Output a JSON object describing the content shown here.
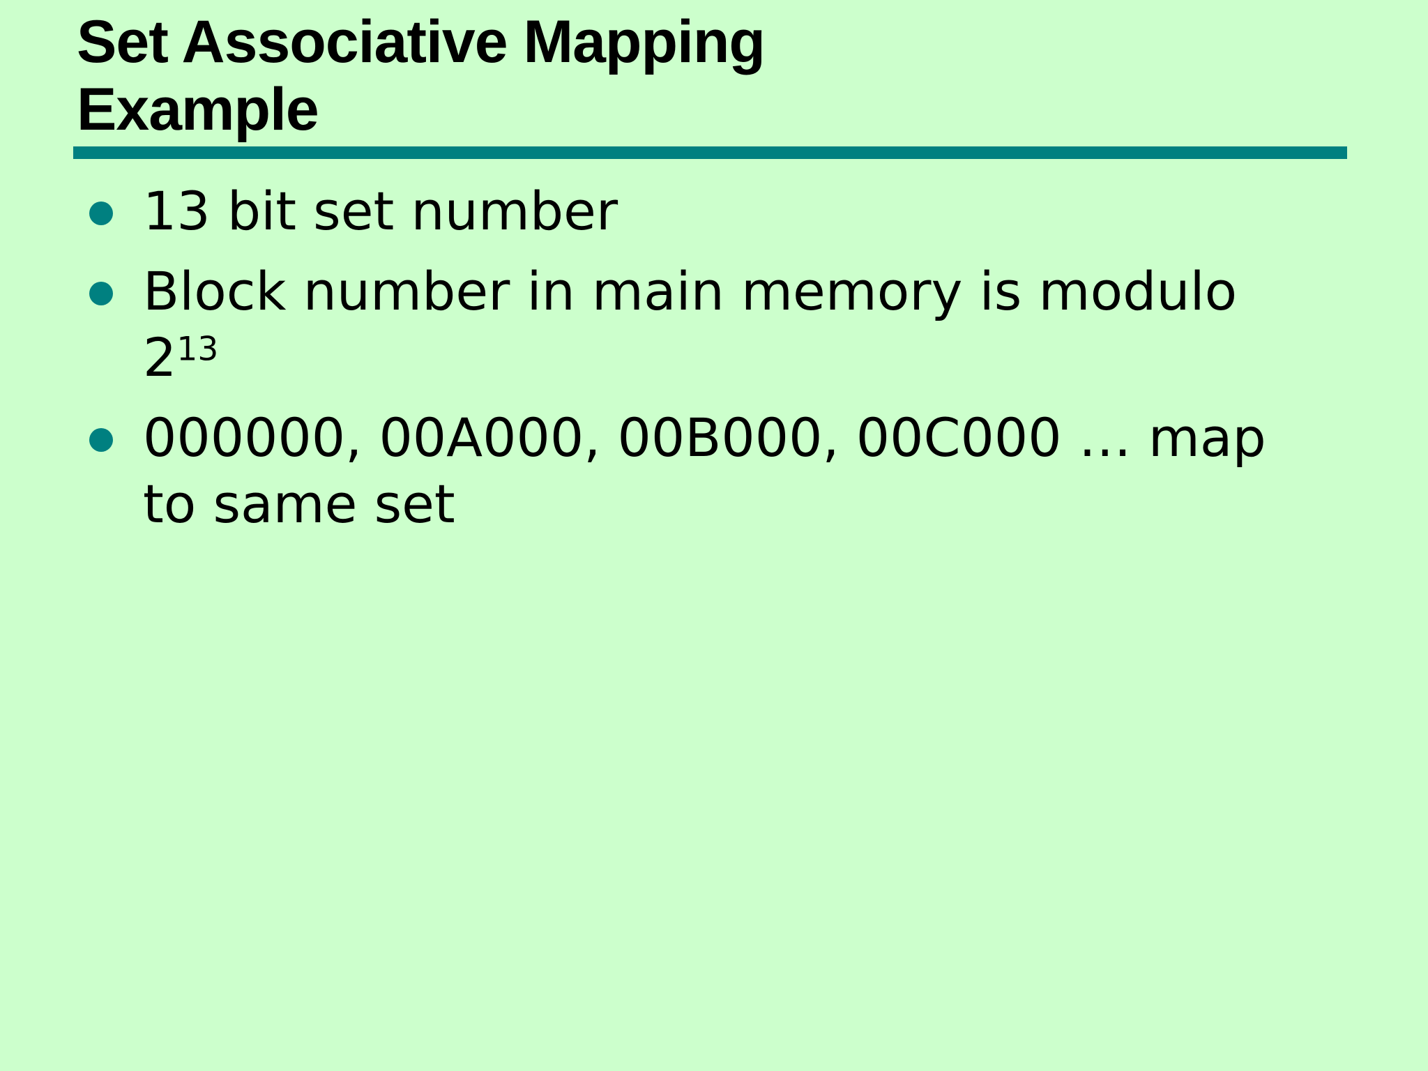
{
  "slide": {
    "background_color": "#ccffcc",
    "text_color": "#000000",
    "accent_color": "#008080",
    "title": {
      "line1": "Set Associative Mapping",
      "line2": "Example"
    },
    "bullets": [
      {
        "lines": [
          "13 bit set number"
        ]
      },
      {
        "lines": [
          "Block number in main memory is modulo"
        ],
        "formula": {
          "base": "2",
          "superscript": "13"
        }
      },
      {
        "lines": [
          "000000, 00A000, 00B000, 00C000 … map",
          "to same set"
        ]
      }
    ]
  }
}
